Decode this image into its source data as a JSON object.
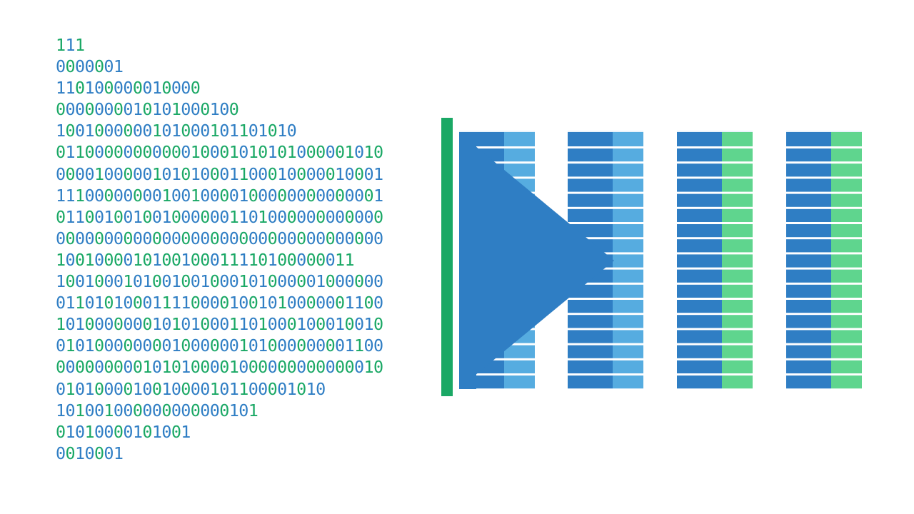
{
  "binary_lines": [
    "111",
    "0000001",
    "110100000010000",
    "0000000010101000100",
    "1001000000101000101101010",
    "0110000000000010001010101000001010",
    "0000100000101010001100010000010001",
    "1110000000010010000100000000000001",
    "0110010010010000001101000000000000",
    "0000000000000000000000000000000000",
    "1001000010100100011110100000011",
    "1001000101001001000101000001000000",
    "0110101000111100001001010000001100",
    "1010000000101010001101000100010010",
    "0101000000001000000101000000001100",
    "0000000001010100001000000000000010",
    "0101000010010000101100001010",
    "101001000000000000101",
    "01010000101001",
    "0010001"
  ],
  "colors": {
    "background": "#ffffff",
    "primary_blue": "#2f7ec4",
    "light_blue": "#56ace0",
    "green": "#1aa865",
    "light_green": "#5fd58e"
  },
  "icons": {
    "play": "play-triangle-icon",
    "divider": "vertical-green-bar"
  }
}
